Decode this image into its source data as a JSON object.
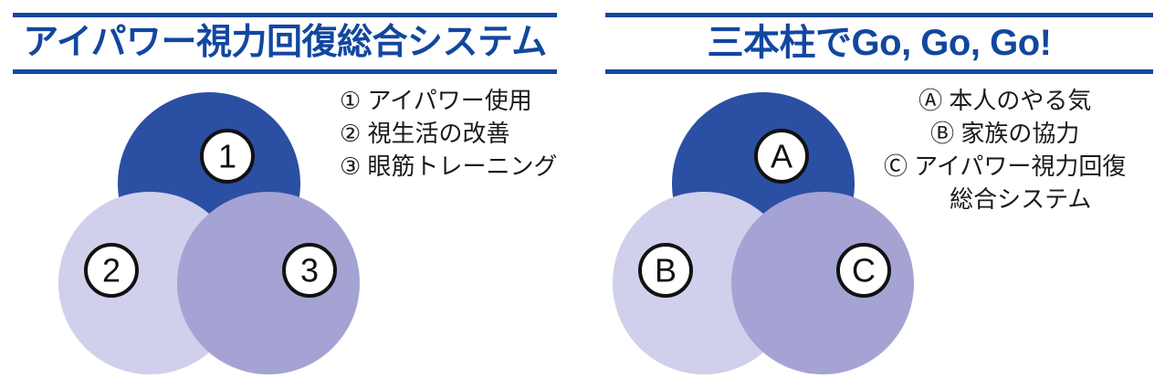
{
  "panels": [
    {
      "id": "left",
      "title": "アイパワー視力回復総合システム",
      "legend": [
        {
          "marker": "①",
          "text": "アイパワー使用"
        },
        {
          "marker": "②",
          "text": "視生活の改善"
        },
        {
          "marker": "③",
          "text": "眼筋トレーニング"
        }
      ],
      "venn": {
        "top_label": "1",
        "left_label": "2",
        "right_label": "3"
      }
    },
    {
      "id": "right",
      "title": "三本柱でGo, Go, Go!",
      "legend": [
        {
          "marker": "Ⓐ",
          "text": "本人のやる気"
        },
        {
          "marker": "Ⓑ",
          "text": "家族の協力"
        },
        {
          "marker": "Ⓒ",
          "text": "アイパワー視力回復"
        },
        {
          "marker": "",
          "text": "総合システム"
        }
      ],
      "venn": {
        "top_label": "A",
        "left_label": "B",
        "right_label": "C"
      }
    }
  ],
  "colors": {
    "title_blue": "#12479f",
    "rule_blue": "#12479f",
    "circle_top": "#2b4fa2",
    "circle_left": "#d0d0ec",
    "circle_right": "#a5a3d4",
    "badge_outline": "#111111",
    "badge_fill": "#ffffff",
    "text_dark": "#1a1a1a"
  }
}
